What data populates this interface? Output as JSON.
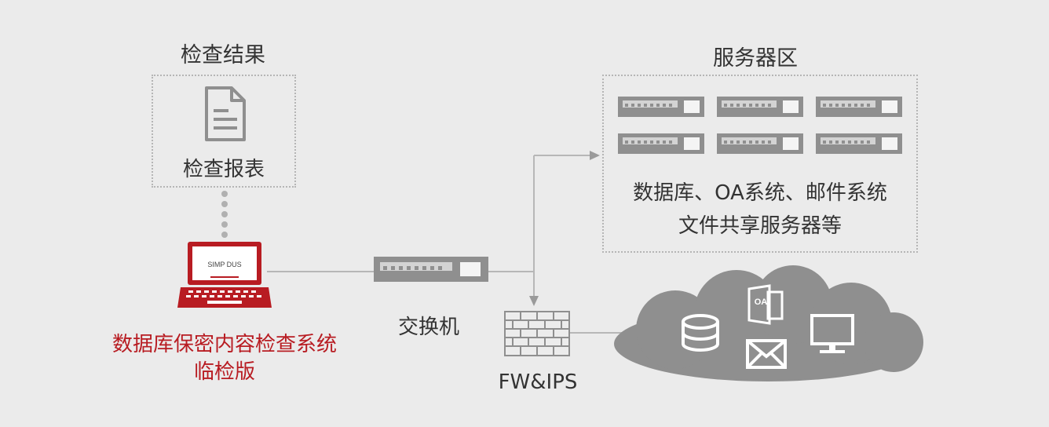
{
  "report": {
    "title": "检查结果",
    "label": "检查报表"
  },
  "server_zone": {
    "title": "服务器区",
    "line1": "数据库、OA系统、邮件系统",
    "line2": "文件共享服务器等"
  },
  "laptop": {
    "screen_text": "SIMP DUS",
    "label_line1": "数据库保密内容检查系统",
    "label_line2": "临检版"
  },
  "switch": {
    "label": "交换机"
  },
  "firewall": {
    "label": "FW&IPS"
  },
  "cloud": {
    "oa_text": "OA"
  },
  "colors": {
    "accent": "#b81c22",
    "device": "#8f8f8f",
    "background": "#ebebeb"
  }
}
